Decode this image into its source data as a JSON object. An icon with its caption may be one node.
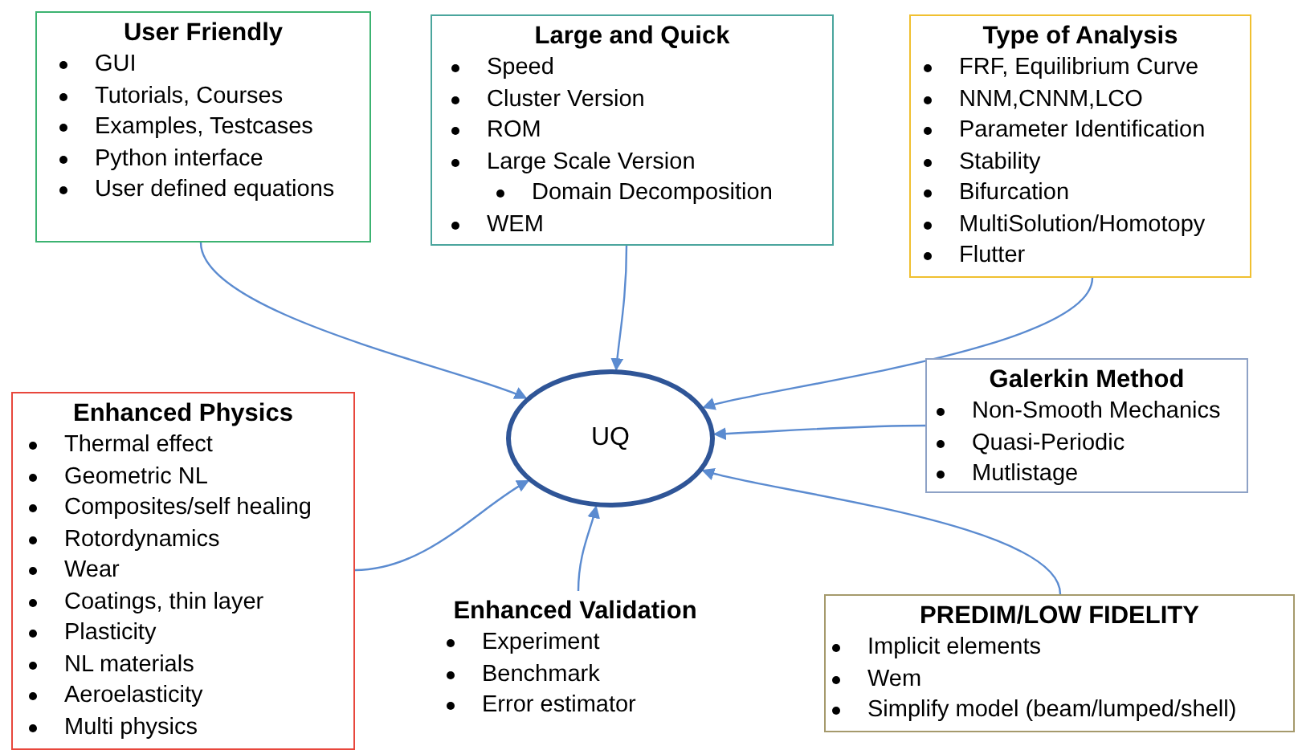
{
  "diagram": {
    "nodes": [
      {
        "text": [
          "User Friendly",
          "GUI",
          "Tutorials, Courses",
          "Examples, Testcases",
          "Python interface",
          "User defined equations"
        ]
      },
      {
        "text": [
          "Large and Quick",
          "Speed",
          "Cluster Version",
          "ROM",
          "Large Scale Version",
          "Domain Decomposition",
          "WEM"
        ]
      },
      {
        "text": [
          "Type of Analysis",
          "FRF, Equilibrium Curve",
          "NNM,CNNM,LCO",
          "Parameter Identification",
          "Stability",
          "Bifurcation",
          "MultiSolution/Homotopy",
          "Flutter"
        ]
      },
      {
        "text": [
          "Galerkin Method",
          "Non-Smooth Mechanics",
          "Quasi-Periodic",
          "Mutlistage"
        ]
      },
      {
        "text": [
          "Enhanced Physics",
          "Thermal effect",
          "Geometric NL",
          "Composites/self healing",
          "Rotordynamics",
          "Wear",
          "Coatings, thin layer",
          "Plasticity",
          "NL materials",
          "Aeroelasticity",
          "Multi physics"
        ]
      },
      {
        "text": [
          "Enhanced Validation",
          "Experiment",
          "Benchmark",
          "Error estimator"
        ]
      },
      {
        "text": [
          "PREDIM/LOW FIDELITY",
          "Implicit elements",
          "Wem",
          "Simplify model (beam/lumped/shell)"
        ]
      },
      {
        "text": [
          "UQ"
        ]
      }
    ],
    "edges": [
      {
        "from": 0,
        "to": 7,
        "arrow": "to"
      },
      {
        "from": 1,
        "to": 7,
        "arrow": "to"
      },
      {
        "from": 2,
        "to": 7,
        "arrow": "to"
      },
      {
        "from": 3,
        "to": 7,
        "arrow": "to"
      },
      {
        "from": 4,
        "to": 7,
        "arrow": "to"
      },
      {
        "from": 5,
        "to": 7,
        "arrow": "to"
      },
      {
        "from": 6,
        "to": 7,
        "arrow": "to"
      }
    ]
  }
}
